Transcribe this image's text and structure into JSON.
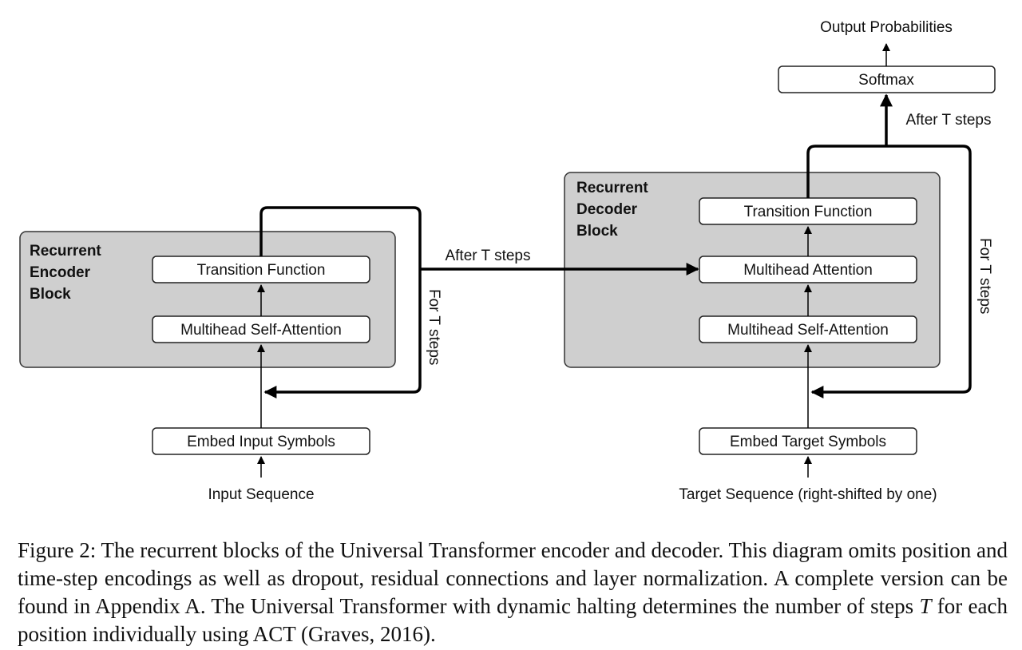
{
  "diagram": {
    "encoder": {
      "title_lines": [
        "Recurrent",
        "Encoder",
        "Block"
      ],
      "transition": "Transition Function",
      "attention": "Multihead Self-Attention",
      "embed": "Embed Input Symbols",
      "input": "Input Sequence",
      "loop_label": "For T steps"
    },
    "decoder": {
      "title_lines": [
        "Recurrent",
        "Decoder",
        "Block"
      ],
      "transition": "Transition Function",
      "cross_attention": "Multihead Attention",
      "self_attention": "Multihead Self-Attention",
      "embed": "Embed Target Symbols",
      "input": "Target Sequence (right-shifted by one)",
      "loop_label": "For T steps"
    },
    "between_label": "After T steps",
    "top_after_label": "After T steps",
    "softmax": "Softmax",
    "output": "Output Probabilities"
  },
  "caption": {
    "part1": "Figure 2: The recurrent blocks of the Universal Transformer encoder and decoder. This diagram omits position and time-step encodings as well as dropout, residual connections and layer normalization. A complete version can be found in Appendix A. The Universal Transformer with dynamic halting determines the number of steps ",
    "math": "T",
    "part2": " for each position individually using ACT (Graves, 2016)."
  }
}
